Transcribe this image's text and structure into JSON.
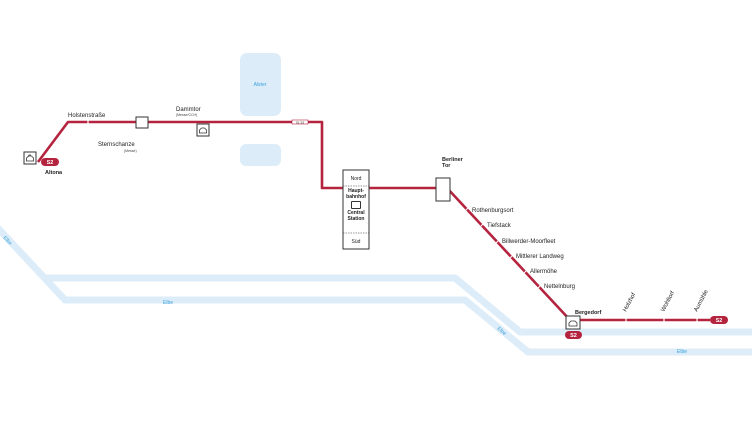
{
  "colors": {
    "line": "#b5243f",
    "water": "#dcedf9",
    "water_text": "#3aa0dc",
    "station_box": "#333333"
  },
  "line_name": "S2",
  "water": {
    "lake": "Alster",
    "river": "Elbe"
  },
  "stations": {
    "altona": "Altona",
    "holstenstrasse": "Holstenstraße",
    "sternschanze": "Sternschanze",
    "sternschanze_sub": "(Messe)",
    "dammtor": "Dammtor",
    "dammtor_sub": "(Messe/CCH)",
    "jungfernstieg": "S1 S3",
    "hbf_nord": "Nord",
    "hbf_name": "Haupt-bahnhof",
    "hbf_central": "Central Station",
    "hbf_sued": "Süd",
    "berliner_tor": "Berliner Tor",
    "rothenburgsort": "Rothenburgsort",
    "tiefstack": "Tiefstack",
    "billwerder": "Billwerder-Moorfleet",
    "mittlerer": "Mittlerer Landweg",
    "allermoehe": "Allermöhe",
    "nettelnburg": "Nettelnburg",
    "bergedorf": "Bergedorf",
    "holzhof": "Holzhof",
    "wohltorf": "Wohltorf",
    "aumuehle": "Aumühle"
  }
}
